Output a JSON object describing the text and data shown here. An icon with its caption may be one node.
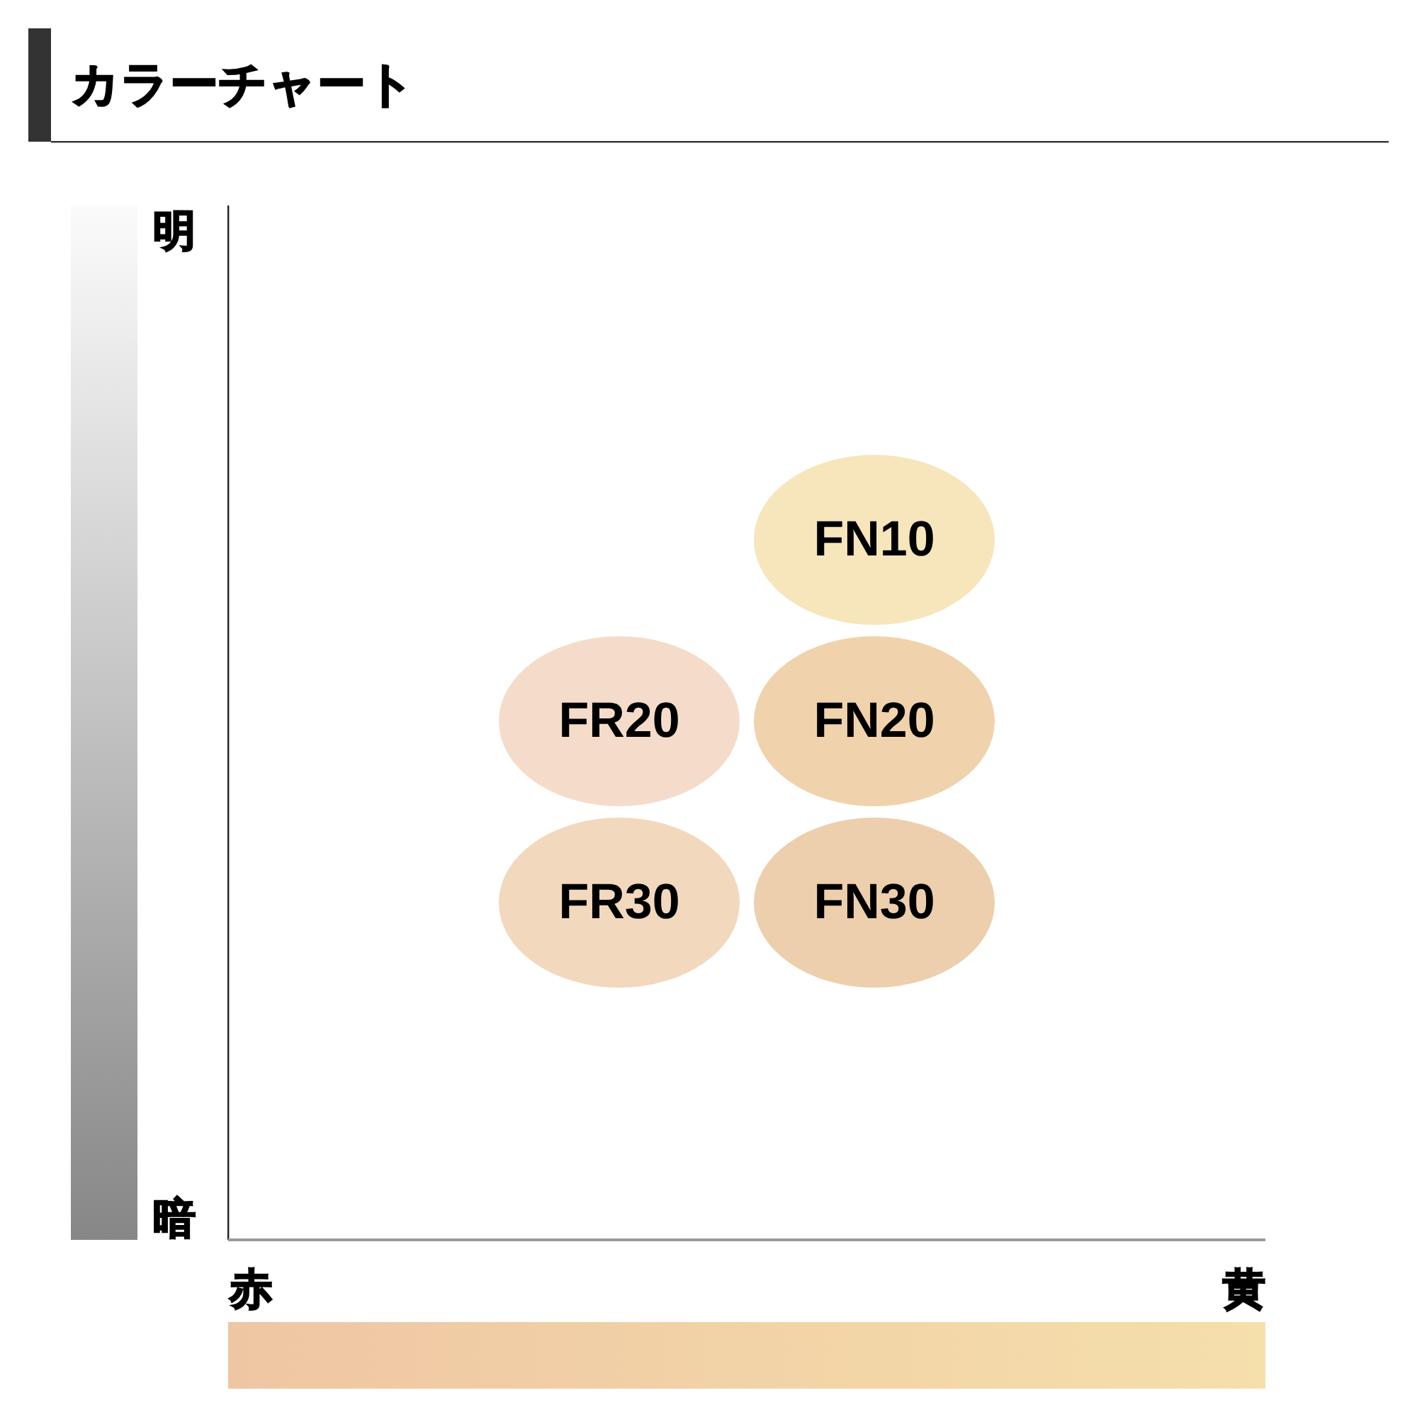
{
  "diagram": {
    "title": "カラーチャート",
    "nodes": [
      {
        "text": [],
        "shape": "bar",
        "beside": [
          "明",
          "暗"
        ]
      },
      {
        "text": [
          "FN10"
        ]
      },
      {
        "text": [
          "FR20"
        ]
      },
      {
        "text": [
          "FN20"
        ]
      },
      {
        "text": [
          "FR30"
        ]
      },
      {
        "text": [
          "FN30"
        ]
      },
      {
        "text": [],
        "shape": "bar",
        "beside": [
          "赤",
          "黄"
        ]
      }
    ]
  }
}
